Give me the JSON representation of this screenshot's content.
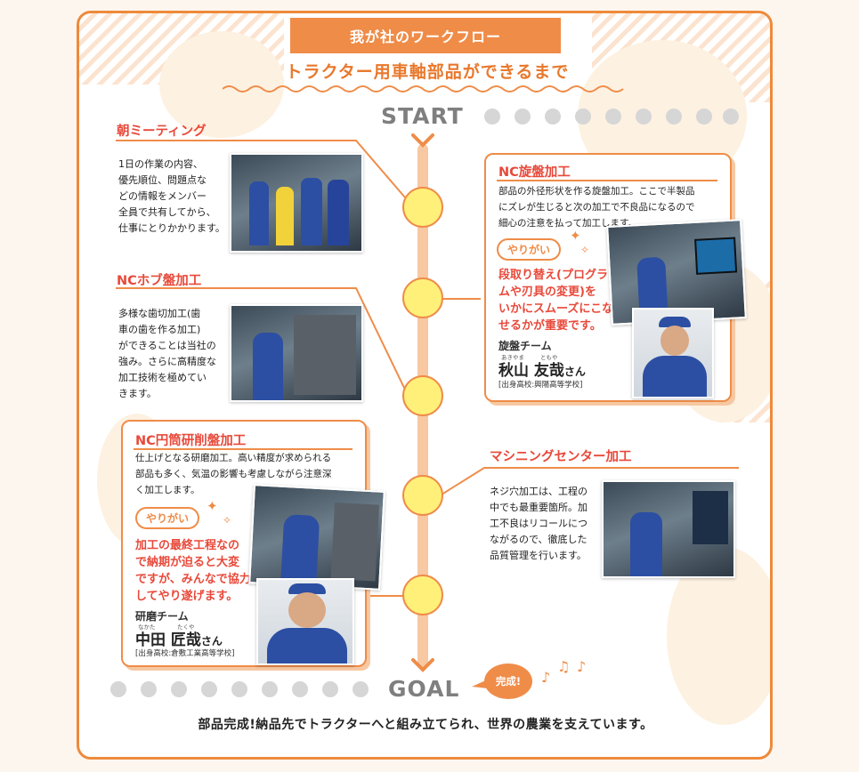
{
  "header": {
    "tab_title": "我が社のワークフロー",
    "subtitle": "トラクター用車軸部品ができるまで"
  },
  "timeline": {
    "start": "START",
    "goal": "GOAL",
    "complete": "完成!"
  },
  "sections": {
    "morning": {
      "title": "朝ミーティング",
      "lines": [
        "1日の作業の内容、",
        "優先順位、問題点な",
        "どの情報をメンバー",
        "全員で共有してから、",
        "仕事にとりかかります。"
      ]
    },
    "nc_lathe": {
      "title": "NC旋盤加工",
      "lines": [
        "部品の外径形状を作る旋盤加工。ここで半製品",
        "にズレが生じると次の加工で不良品になるので",
        "細心の注意を払って加工します。"
      ],
      "badge": "やりがい",
      "highlight": [
        "段取り替え(プログラ",
        "ムや刃具の変更)を",
        "いかにスムーズにこな",
        "せるかが重要です。"
      ],
      "team": "旋盤チーム",
      "name": "秋山 友哉",
      "ruby_family": "あきやま",
      "ruby_given": "ともや",
      "honorific": "さん",
      "school": "[出身高校:興陽高等学校]"
    },
    "nc_hob": {
      "title": "NCホブ盤加工",
      "lines": [
        "多様な歯切加工(歯",
        "車の歯を作る加工)",
        "ができることは当社の",
        "強み。さらに高精度な",
        "加工技術を極めてい",
        "きます。"
      ]
    },
    "nc_grinding": {
      "title": "NC円筒研削盤加工",
      "lines": [
        "仕上げとなる研磨加工。高い精度が求められる",
        "部品も多く、気温の影響も考慮しながら注意深",
        "く加工します。"
      ],
      "badge": "やりがい",
      "highlight": [
        "加工の最終工程なの",
        "で納期が迫ると大変",
        "ですが、みんなで協力",
        "してやり遂げます。"
      ],
      "team": "研磨チーム",
      "name": "中田 匠哉",
      "ruby_family": "なかた",
      "ruby_given": "たくや",
      "honorific": "さん",
      "school": "[出身高校:倉敷工業高等学校]"
    },
    "machining": {
      "title": "マシニングセンター加工",
      "lines": [
        "ネジ穴加工は、工程の",
        "中でも最重要箇所。加",
        "工不良はリコールにつ",
        "ながるので、徹底した",
        "品質管理を行います。"
      ]
    }
  },
  "footer": {
    "text": "部品完成!納品先でトラクターへと組み立てられ、世界の農業を支えています。"
  },
  "colors": {
    "accent": "#ef8c48",
    "title_red": "#e8493a",
    "node_yellow": "#fff07a",
    "timeline": "#f7c8a1"
  }
}
